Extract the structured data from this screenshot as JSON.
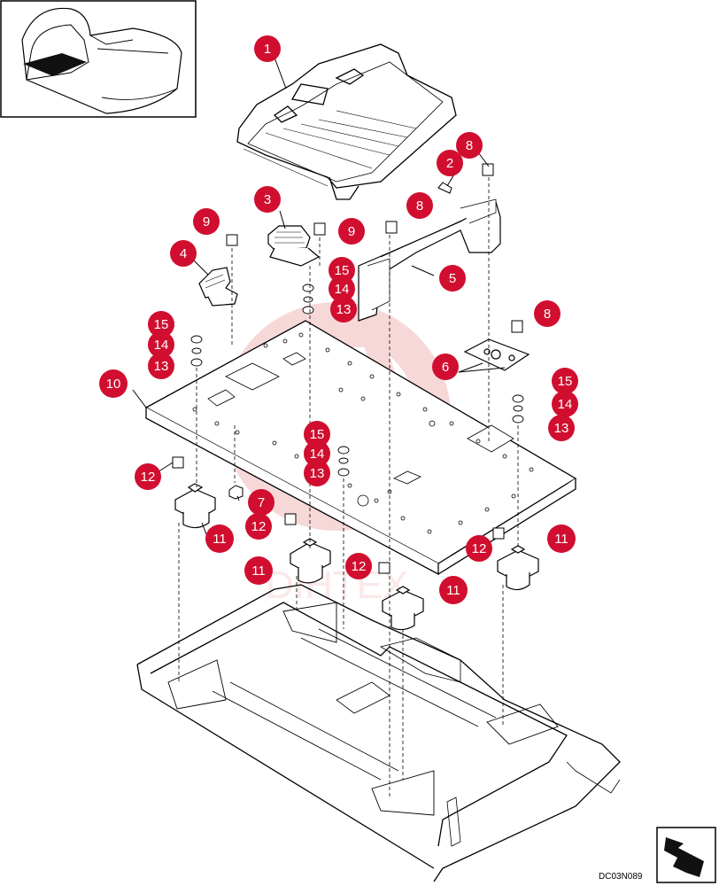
{
  "diagram": {
    "drawing_code": "DC03N089",
    "colors": {
      "callout": "#d10e2f",
      "line": "#000000",
      "watermark": "#f2b9b9",
      "locator_fill": "#111111"
    },
    "watermark_text": "DIHTEX",
    "callouts": [
      {
        "id": "c1",
        "label": "1"
      },
      {
        "id": "c2",
        "label": "2"
      },
      {
        "id": "c3",
        "label": "3"
      },
      {
        "id": "c4",
        "label": "4"
      },
      {
        "id": "c5",
        "label": "5"
      },
      {
        "id": "c6",
        "label": "6"
      },
      {
        "id": "c7",
        "label": "7"
      },
      {
        "id": "c8a",
        "label": "8"
      },
      {
        "id": "c8b",
        "label": "8"
      },
      {
        "id": "c8c",
        "label": "8"
      },
      {
        "id": "c9a",
        "label": "9"
      },
      {
        "id": "c9b",
        "label": "9"
      },
      {
        "id": "c10",
        "label": "10"
      },
      {
        "id": "c11a",
        "label": "11"
      },
      {
        "id": "c11b",
        "label": "11"
      },
      {
        "id": "c11c",
        "label": "11"
      },
      {
        "id": "c11d",
        "label": "11"
      },
      {
        "id": "c12a",
        "label": "12"
      },
      {
        "id": "c12b",
        "label": "12"
      },
      {
        "id": "c12c",
        "label": "12"
      },
      {
        "id": "c12d",
        "label": "12"
      },
      {
        "id": "c13a",
        "label": "13"
      },
      {
        "id": "c13b",
        "label": "13"
      },
      {
        "id": "c13c",
        "label": "13"
      },
      {
        "id": "c13d",
        "label": "13"
      },
      {
        "id": "c14a",
        "label": "14"
      },
      {
        "id": "c14b",
        "label": "14"
      },
      {
        "id": "c14c",
        "label": "14"
      },
      {
        "id": "c14d",
        "label": "14"
      },
      {
        "id": "c15a",
        "label": "15"
      },
      {
        "id": "c15b",
        "label": "15"
      },
      {
        "id": "c15c",
        "label": "15"
      },
      {
        "id": "c15d",
        "label": "15"
      }
    ]
  }
}
